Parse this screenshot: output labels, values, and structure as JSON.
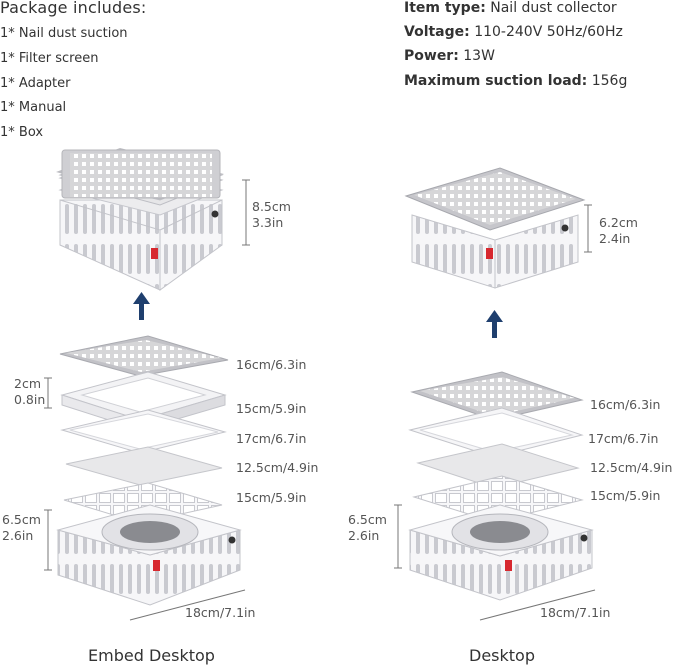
{
  "package": {
    "title": "Package includes:",
    "items": [
      "1* Nail dust suction",
      "1* Filter screen",
      "1* Adapter",
      "1* Manual",
      "1* Box"
    ]
  },
  "specs": [
    {
      "label": "Item type:",
      "value": "Nail dust collector"
    },
    {
      "label": "Voltage:",
      "value": "110-240V 50Hz/60Hz"
    },
    {
      "label": "Power:",
      "value": "13W"
    },
    {
      "label": "Maximum suction load:",
      "value": "156g"
    }
  ],
  "left": {
    "assembled_height": [
      "8.5cm",
      "3.3in"
    ],
    "layers": [
      "16cm/6.3in",
      "15cm/5.9in",
      "17cm/6.7in",
      "12.5cm/4.9in",
      "15cm/5.9in"
    ],
    "frame_height": [
      "2cm",
      "0.8in"
    ],
    "base_height": [
      "6.5cm",
      "2.6in"
    ],
    "base_width": "18cm/7.1in",
    "caption": "Embed Desktop"
  },
  "right": {
    "assembled_height": [
      "6.2cm",
      "2.4in"
    ],
    "layers": [
      "16cm/6.3in",
      "17cm/6.7in",
      "12.5cm/4.9in",
      "15cm/5.9in"
    ],
    "base_height": [
      "6.5cm",
      "2.6in"
    ],
    "base_width": "18cm/7.1in",
    "caption": "Desktop"
  },
  "colors": {
    "arrow": "#1f3f6e",
    "switch": "#d7282f",
    "plate": "#d8d8d8",
    "body": "#f4f4f6"
  }
}
